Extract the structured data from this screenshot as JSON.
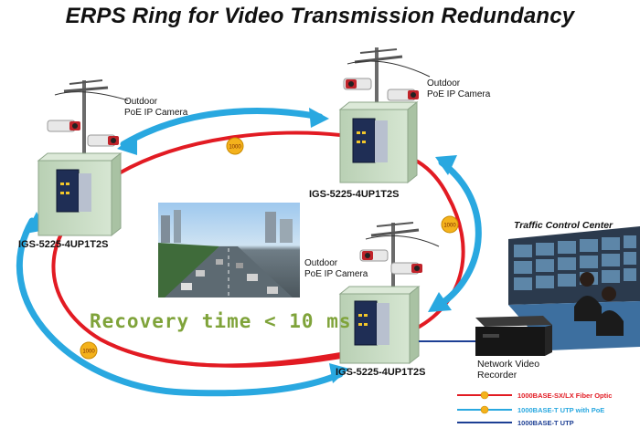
{
  "title": "ERPS Ring for Video Transmission Redundancy",
  "switches": [
    {
      "label": "IGS-5225-4UP1T2S"
    },
    {
      "label": "IGS-5225-4UP1T2S"
    },
    {
      "label": "IGS-5225-4UP1T2S"
    }
  ],
  "cameras": [
    {
      "label_line1": "Outdoor",
      "label_line2": "PoE IP Camera"
    },
    {
      "label_line1": "Outdoor",
      "label_line2": "PoE IP Camera"
    },
    {
      "label_line1": "Outdoor",
      "label_line2": "PoE IP Camera"
    }
  ],
  "ring_badge": "1000",
  "recovery_text": "Recovery time < 10 ms",
  "nvr": {
    "line1": "Network Video",
    "line2": "Recorder"
  },
  "traffic_center": "Traffic Control Center",
  "legend": [
    {
      "label": "1000BASE-SX/LX Fiber Optic",
      "color": "#e21b23"
    },
    {
      "label": "1000BASE-T UTP with PoE",
      "color": "#29a8e0"
    },
    {
      "label": "1000BASE-T UTP",
      "color": "#1d3f94"
    }
  ],
  "colors": {
    "fiber": "#e21b23",
    "poe": "#29a8e0",
    "utp": "#1d3f94",
    "cabinet": "#c9dcc4"
  }
}
